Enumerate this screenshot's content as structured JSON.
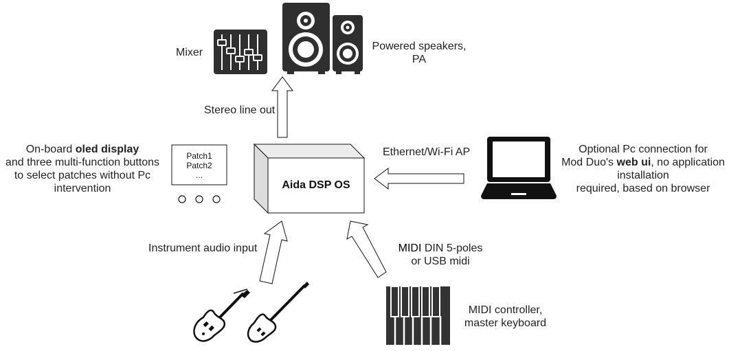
{
  "core": {
    "label": "Aida DSP OS"
  },
  "outputs": {
    "mixer_label": "Mixer",
    "speakers_label_line1": "Powered speakers,",
    "speakers_label_line2": "PA",
    "stereo_label": "Stereo line out"
  },
  "display": {
    "line1": "Patch1",
    "line2": "Patch2",
    "line3": "...",
    "desc_line1_pre": "On-board ",
    "desc_line1_bold": "oled display",
    "desc_line2": "and three multi-function buttons",
    "desc_line3": "to select patches without Pc",
    "desc_line4": "intervention"
  },
  "network": {
    "link_label": "Ethernet/Wi-Fi AP",
    "desc_line1": "Optional Pc connection for",
    "desc_line2_pre": "Mod Duo's ",
    "desc_line2_bold": "web ui",
    "desc_line2_post": ", no application",
    "desc_line3": "installation",
    "desc_line4": "required, based on browser"
  },
  "inputs": {
    "instrument_label": "Instrument audio input",
    "midi_label_word": "MIDI",
    "midi_label_rest": " DIN 5-poles",
    "midi_label_line2": "or USB midi",
    "controller_line1": "MIDI controller,",
    "controller_line2": "master keyboard"
  }
}
